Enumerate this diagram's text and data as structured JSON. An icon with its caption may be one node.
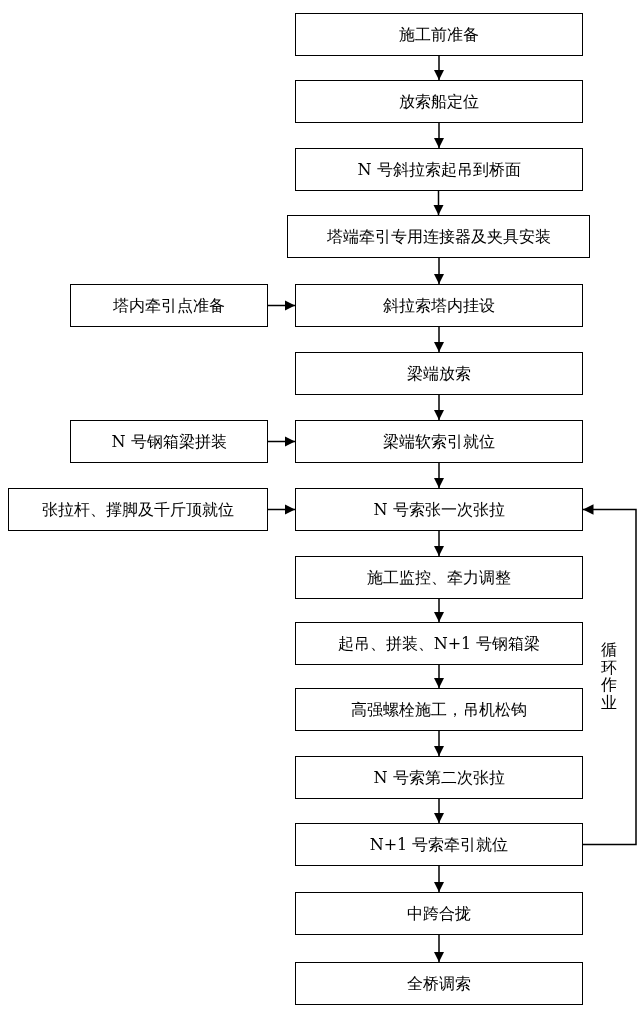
{
  "diagram": {
    "nodes": [
      {
        "text": [
          "施工前准备"
        ]
      },
      {
        "text": [
          "放索船定位"
        ]
      },
      {
        "text": [
          "N 号斜拉索起吊到桥面"
        ]
      },
      {
        "text": [
          "塔端牵引专用连接器及夹具安装"
        ]
      },
      {
        "text": [
          "塔内牵引点准备"
        ]
      },
      {
        "text": [
          "斜拉索塔内挂设"
        ]
      },
      {
        "text": [
          "梁端放索"
        ]
      },
      {
        "text": [
          "N 号钢箱梁拼装"
        ]
      },
      {
        "text": [
          "梁端软索引就位"
        ]
      },
      {
        "text": [
          "张拉杆、撑脚及千斤顶就位"
        ]
      },
      {
        "text": [
          "N 号索张一次张拉"
        ]
      },
      {
        "text": [
          "施工监控、牵力调整"
        ]
      },
      {
        "text": [
          "起吊、拼装、N+1 号钢箱梁"
        ]
      },
      {
        "text": [
          "高强螺栓施工，吊机松钩"
        ]
      },
      {
        "text": [
          "N 号索第二次张拉"
        ]
      },
      {
        "text": [
          "N+1 号索牵引就位"
        ]
      },
      {
        "text": [
          "中跨合拢"
        ]
      },
      {
        "text": [
          "全桥调索"
        ]
      }
    ],
    "edges": [
      {
        "from": 0,
        "to": 1,
        "arrow": "to"
      },
      {
        "from": 1,
        "to": 2,
        "arrow": "to"
      },
      {
        "from": 2,
        "to": 3,
        "arrow": "to"
      },
      {
        "from": 3,
        "to": 5,
        "arrow": "to"
      },
      {
        "from": 4,
        "to": 5,
        "arrow": "to"
      },
      {
        "from": 5,
        "to": 6,
        "arrow": "to"
      },
      {
        "from": 6,
        "to": 8,
        "arrow": "to"
      },
      {
        "from": 7,
        "to": 8,
        "arrow": "to"
      },
      {
        "from": 8,
        "to": 10,
        "arrow": "to"
      },
      {
        "from": 9,
        "to": 10,
        "arrow": "to"
      },
      {
        "from": 10,
        "to": 11,
        "arrow": "to"
      },
      {
        "from": 11,
        "to": 12,
        "arrow": "to"
      },
      {
        "from": 12,
        "to": 13,
        "arrow": "to"
      },
      {
        "from": 13,
        "to": 14,
        "arrow": "to"
      },
      {
        "from": 14,
        "to": 15,
        "arrow": "to"
      },
      {
        "from": 15,
        "to": 16,
        "arrow": "to"
      },
      {
        "from": 16,
        "to": 17,
        "arrow": "to"
      },
      {
        "from": 15,
        "to": 10,
        "arrow": "to",
        "label": "循环作业"
      }
    ]
  }
}
